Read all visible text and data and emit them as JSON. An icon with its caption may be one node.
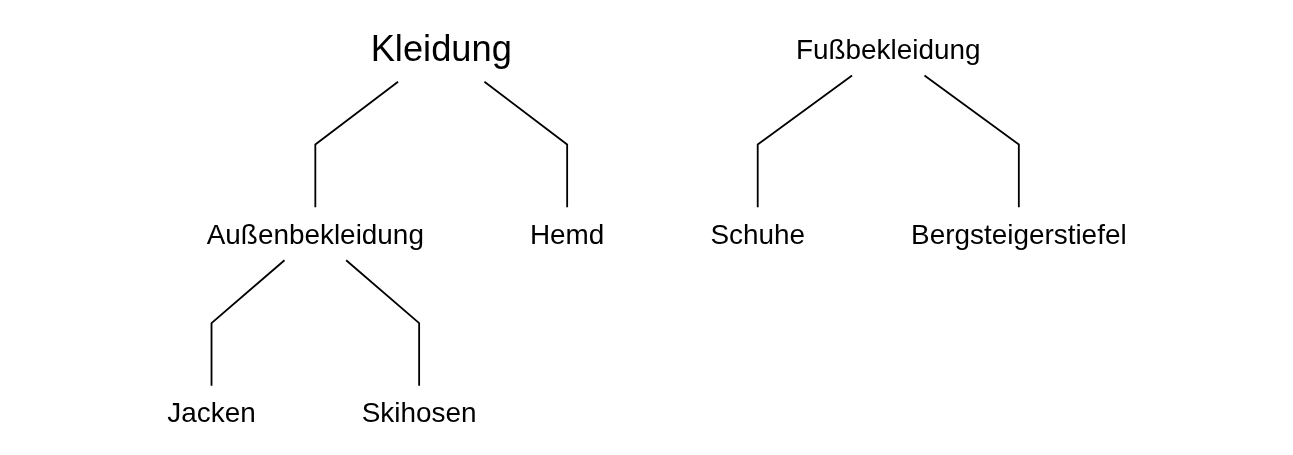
{
  "diagram": {
    "nodes": [
      {
        "text": [
          "Kleidung"
        ]
      },
      {
        "text": [
          "Außenbekleidung"
        ]
      },
      {
        "text": [
          "Hemd"
        ]
      },
      {
        "text": [
          "Jacken"
        ]
      },
      {
        "text": [
          "Skihosen"
        ]
      },
      {
        "text": [
          "Fußbekleidung"
        ]
      },
      {
        "text": [
          "Schuhe"
        ]
      },
      {
        "text": [
          "Bergsteigerstiefel"
        ]
      }
    ],
    "edges": [
      {
        "from": 0,
        "to": 1,
        "arrow": "none"
      },
      {
        "from": 0,
        "to": 2,
        "arrow": "none"
      },
      {
        "from": 1,
        "to": 3,
        "arrow": "none"
      },
      {
        "from": 1,
        "to": 4,
        "arrow": "none"
      },
      {
        "from": 5,
        "to": 6,
        "arrow": "none"
      },
      {
        "from": 5,
        "to": 7,
        "arrow": "none"
      }
    ]
  }
}
